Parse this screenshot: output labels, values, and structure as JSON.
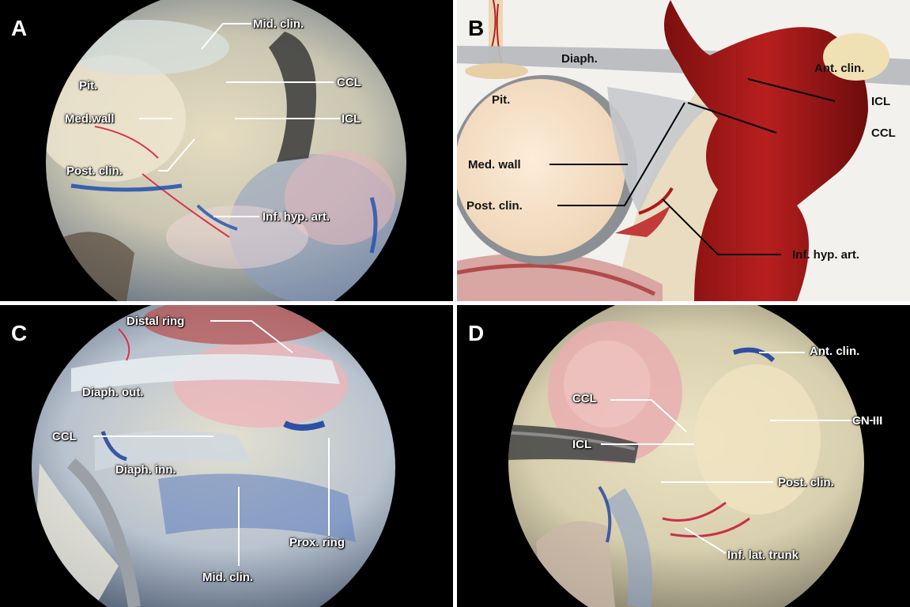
{
  "panels": {
    "a": {
      "letter": "A",
      "labels": {
        "mid_clin": "Mid. clin.",
        "pit": "Pit.",
        "ccl": "CCL",
        "med_wall": "Med.wall",
        "icl": "ICL",
        "post_clin": "Post. clin.",
        "inf_hyp_art": "Inf. hyp. art."
      }
    },
    "b": {
      "letter": "B",
      "labels": {
        "diaph": "Diaph.",
        "ant_clin": "Ant. clin.",
        "pit": "Pit.",
        "icl": "ICL",
        "ccl": "CCL",
        "med_wall": "Med. wall",
        "post_clin": "Post. clin.",
        "inf_hyp_art": "Inf. hyp. art."
      }
    },
    "c": {
      "letter": "C",
      "labels": {
        "distal_ring": "Distal ring",
        "diaph_out": "Diaph. out.",
        "ccl": "CCL",
        "diaph_inn": "Diaph. inn.",
        "prox_ring": "Prox. ring",
        "mid_clin": "Mid. clin."
      }
    },
    "d": {
      "letter": "D",
      "labels": {
        "ant_clin": "Ant. clin.",
        "ccl": "CCL",
        "cn_iii": "CN III",
        "icl": "ICL",
        "post_clin": "Post. clin.",
        "inf_lat_trunk": "Inf. lat. trunk"
      }
    }
  }
}
